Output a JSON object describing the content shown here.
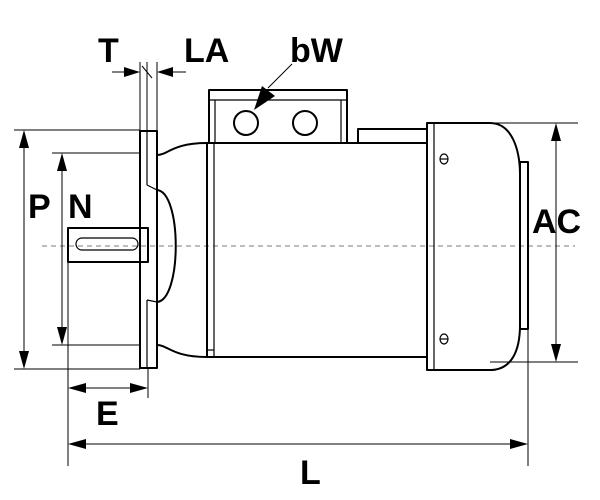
{
  "diagram": {
    "labels": {
      "T": "T",
      "LA": "LA",
      "bW": "bW",
      "P": "P",
      "N": "N",
      "AC": "AC",
      "E": "E",
      "L": "L"
    }
  }
}
